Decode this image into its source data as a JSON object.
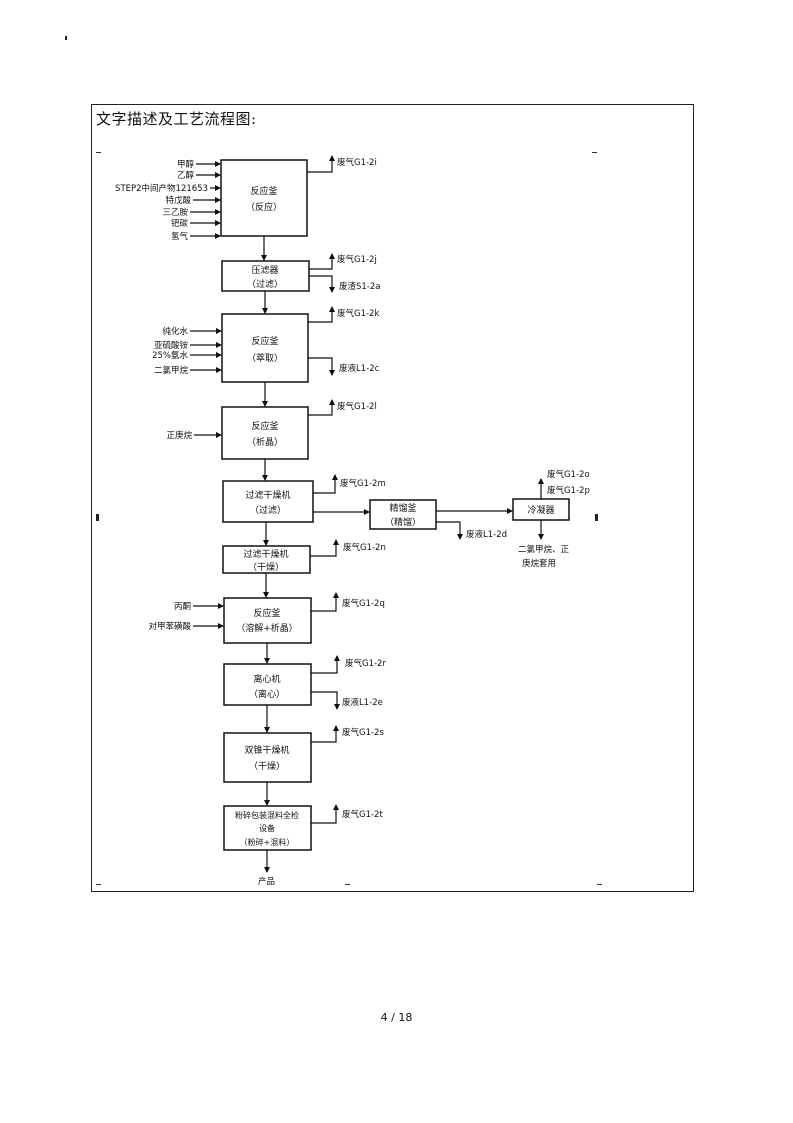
{
  "heading": "文字描述及工艺流程图:",
  "page_number": "4 / 18",
  "colors": {
    "line": "#111111",
    "background": "#ffffff"
  },
  "nodes": [
    {
      "id": "reactor-reaction",
      "line1": "反应釜",
      "line2": "（反应）"
    },
    {
      "id": "press-filter",
      "line1": "压滤器",
      "line2": "（过滤）"
    },
    {
      "id": "reactor-extraction",
      "line1": "反应釜",
      "line2": "（萃取）"
    },
    {
      "id": "reactor-crystallization",
      "line1": "反应釜",
      "line2": "（析晶）"
    },
    {
      "id": "filter-dryer-filtration",
      "line1": "过滤干燥机",
      "line2": "（过滤）"
    },
    {
      "id": "filter-dryer-drying",
      "line1": "过滤干燥机",
      "line2": "（干燥）"
    },
    {
      "id": "reactor-dissolve-crystallize",
      "line1": "反应釜",
      "line2": "（溶解+析晶）"
    },
    {
      "id": "centrifuge",
      "line1": "离心机",
      "line2": "（离心）"
    },
    {
      "id": "double-cone-dryer",
      "line1": "双锥干燥机",
      "line2": "（干燥）"
    },
    {
      "id": "crush-pack-mix",
      "line1": "粉碎包装混料全检",
      "line2": "设备",
      "line3": "（粉碎+混料）"
    },
    {
      "id": "distillation-still",
      "line1": "精馏釜",
      "line2": "（精馏）"
    },
    {
      "id": "condenser",
      "line1": "冷凝器"
    }
  ],
  "inputs": {
    "reactor_reaction": [
      "甲醇",
      "乙醇",
      "STEP2中间产物121653",
      "特戊酸",
      "三乙胺",
      "钯碳",
      "氢气"
    ],
    "reactor_extraction": [
      "纯化水",
      "亚硫酸铵",
      "25%氨水",
      "二氯甲烷"
    ],
    "reactor_crystallization": [
      "正庚烷"
    ],
    "reactor_dissolve_crystallize": [
      "丙酮",
      "对甲苯磺酸"
    ]
  },
  "emissions": {
    "g1_2i": "废气G1-2i",
    "g1_2j": "废气G1-2j",
    "s1_2a": "废渣S1-2a",
    "g1_2k": "废气G1-2k",
    "l1_2c": "废液L1-2c",
    "g1_2l": "废气G1-2l",
    "g1_2m": "废气G1-2m",
    "l1_2d": "废液L1-2d",
    "g1_2o": "废气G1-2o",
    "g1_2p": "废气G1-2p",
    "recycle_line1": "二氯甲烷、正",
    "recycle_line2": "庚烷套用",
    "g1_2n": "废气G1-2n",
    "g1_2q": "废气G1-2q",
    "g1_2r": "废气G1-2r",
    "l1_2e": "废液L1-2e",
    "g1_2s": "废气G1-2s",
    "g1_2t": "废气G1-2t"
  },
  "output": "产品"
}
